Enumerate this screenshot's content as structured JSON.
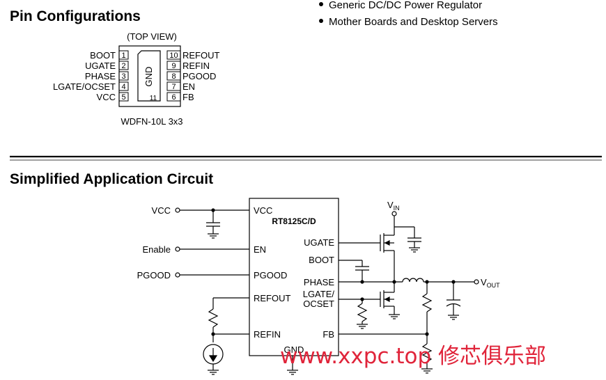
{
  "applications": [
    "Generic DC/DC Power Regulator",
    "Mother Boards and Desktop Servers"
  ],
  "pin_config": {
    "title": "Pin Configurations",
    "view": "(TOP VIEW)",
    "center_label": "GND",
    "center_pin": "11",
    "package": "WDFN-10L 3x3",
    "left_pins": [
      {
        "num": "1",
        "name": "BOOT"
      },
      {
        "num": "2",
        "name": "UGATE"
      },
      {
        "num": "3",
        "name": "PHASE"
      },
      {
        "num": "4",
        "name": "LGATE/OCSET"
      },
      {
        "num": "5",
        "name": "VCC"
      }
    ],
    "right_pins": [
      {
        "num": "10",
        "name": "REFOUT"
      },
      {
        "num": "9",
        "name": "REFIN"
      },
      {
        "num": "8",
        "name": "PGOOD"
      },
      {
        "num": "7",
        "name": "EN"
      },
      {
        "num": "6",
        "name": "FB"
      }
    ]
  },
  "circuit": {
    "title": "Simplified Application Circuit",
    "chip_name": "RT8125C/D",
    "external_inputs": [
      "VCC",
      "Enable",
      "PGOOD"
    ],
    "chip_left_pins": [
      "VCC",
      "EN",
      "PGOOD",
      "REFOUT",
      "REFIN"
    ],
    "chip_right_pins": [
      "UGATE",
      "BOOT",
      "PHASE",
      "LGATE/",
      "OCSET",
      "FB"
    ],
    "chip_bottom_pin": "GND",
    "vin": "V",
    "vin_sub": "IN",
    "vout": "V",
    "vout_sub": "OUT"
  },
  "watermark": "www.xxpc.top 修芯俱乐部"
}
